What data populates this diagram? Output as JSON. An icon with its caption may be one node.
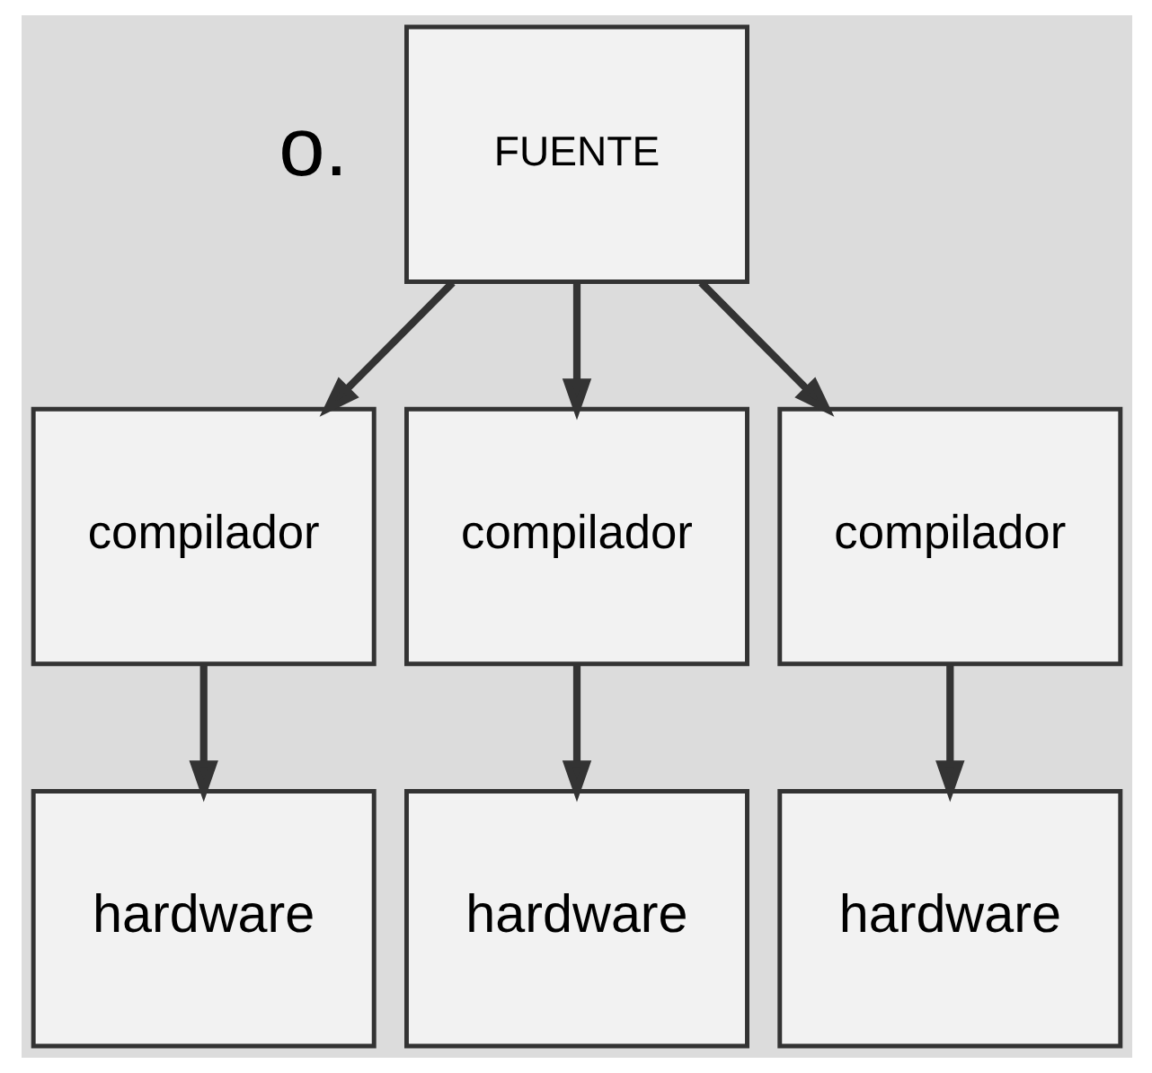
{
  "diagram": {
    "nodes": [
      {
        "text": [
          "FUENTE"
        ]
      },
      {
        "text": [
          "compilador"
        ]
      },
      {
        "text": [
          "compilador"
        ]
      },
      {
        "text": [
          "compilador"
        ]
      },
      {
        "text": [
          "hardware"
        ]
      },
      {
        "text": [
          "hardware"
        ]
      },
      {
        "text": [
          "hardware"
        ]
      }
    ],
    "edges": [
      {
        "from": 0,
        "to": 1,
        "arrow": "to"
      },
      {
        "from": 0,
        "to": 2,
        "arrow": "to"
      },
      {
        "from": 0,
        "to": 3,
        "arrow": "to"
      },
      {
        "from": 1,
        "to": 4,
        "arrow": "to"
      },
      {
        "from": 2,
        "to": 5,
        "arrow": "to"
      },
      {
        "from": 3,
        "to": 6,
        "arrow": "to"
      }
    ],
    "labels": [
      "o."
    ]
  }
}
